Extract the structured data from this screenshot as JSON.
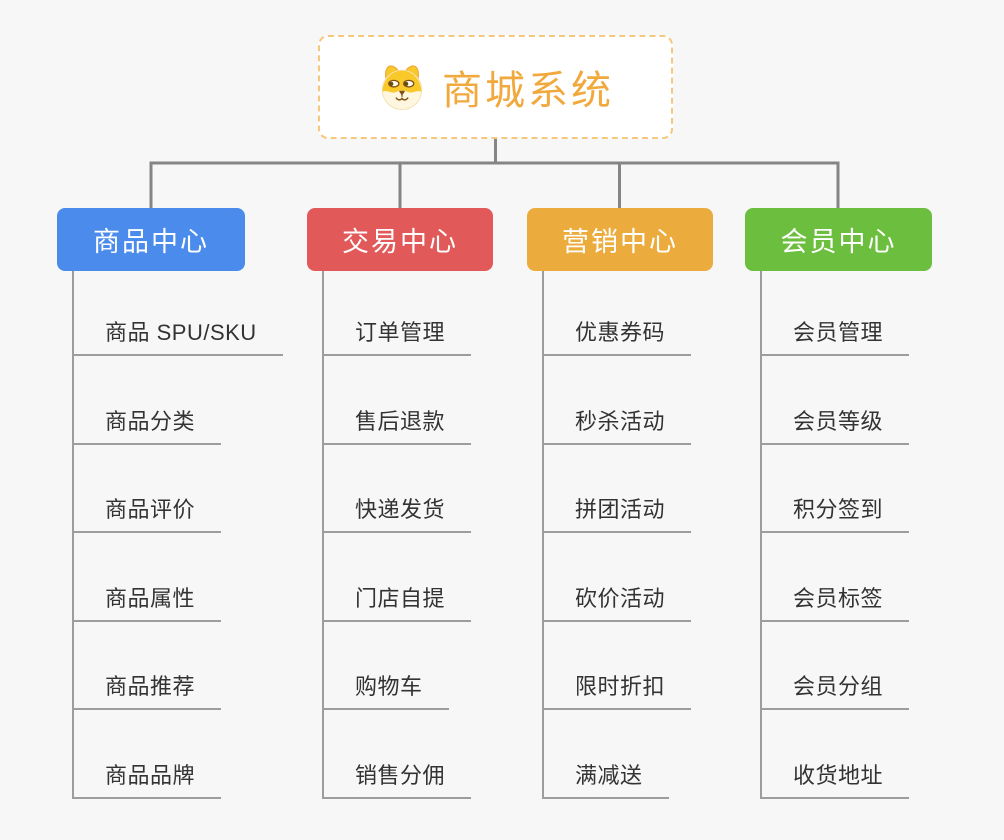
{
  "root": {
    "title": "商城系统",
    "icon": "doge-face-icon",
    "text_color": "#F1A93E",
    "border_color": "#F6C87E",
    "background": "#FFFFFF"
  },
  "canvas": {
    "background": "#F7F7F7",
    "connector_color": "#858585",
    "child_line_color": "#9D9D9D",
    "child_text_color": "#333333"
  },
  "branches": [
    {
      "label": "商品中心",
      "color": "#4A8BEB",
      "children": [
        "商品 SPU/SKU",
        "商品分类",
        "商品评价",
        "商品属性",
        "商品推荐",
        "商品品牌"
      ]
    },
    {
      "label": "交易中心",
      "color": "#E2595A",
      "children": [
        "订单管理",
        "售后退款",
        "快递发货",
        "门店自提",
        "购物车",
        "销售分佣"
      ]
    },
    {
      "label": "营销中心",
      "color": "#ECAC3D",
      "children": [
        "优惠券码",
        "秒杀活动",
        "拼团活动",
        "砍价活动",
        "限时折扣",
        "满减送"
      ]
    },
    {
      "label": "会员中心",
      "color": "#6CBE3E",
      "children": [
        "会员管理",
        "会员等级",
        "积分签到",
        "会员标签",
        "会员分组",
        "收货地址"
      ]
    }
  ]
}
